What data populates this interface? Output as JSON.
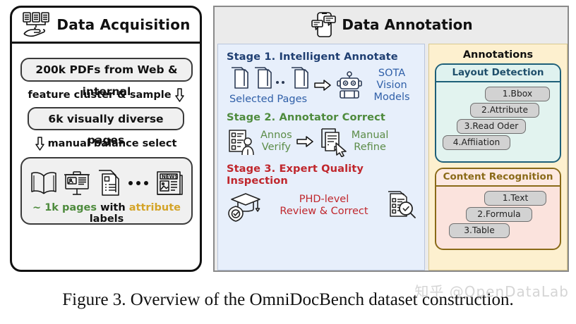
{
  "figure": {
    "caption": "Figure 3. Overview of the OmniDocBench dataset construction.",
    "watermark": "知乎 @OpenDataLab"
  },
  "acquisition": {
    "title": "Data Acquisition",
    "title_icon": "documents-hand-icon",
    "source_box": "200k PDFs from Web & internal",
    "flow_1": "feature cluster & sample",
    "flow_1_arrow": "down-arrow-icon",
    "middle_box": "6k visually diverse pages",
    "flow_2": "manual balance select",
    "flow_2_arrow": "down-arrow-icon",
    "page_types": [
      "book-icon",
      "presentation-icon",
      "document-icon",
      "ellipsis-icon",
      "newspaper-icon"
    ],
    "result_prefix": "~ 1k pages",
    "result_mid": "with",
    "result_highlight": "attribute",
    "result_suffix": "labels",
    "colors": {
      "green": "#4e8b3d",
      "gold": "#d4a429"
    }
  },
  "annotation": {
    "title": "Data Annotation",
    "title_icon": "phone-chat-icon",
    "stages": [
      {
        "title": "Stage 1. Intelligent Annotate",
        "color": "#1f3f72",
        "left_icon": "page-stack-icon",
        "left_label": "Selected Pages",
        "arrow": "right-arrow-icon",
        "right_icon": "robot-icon",
        "right_label_line1": "SOTA Vision",
        "right_label_line2": "Models",
        "label_color": "#2f5fa8"
      },
      {
        "title": "Stage 2. Annotator Correct",
        "color": "#4e8b3d",
        "left_icon": "checklist-person-icon",
        "left_label_line1": "Annos",
        "left_label_line2": "Verify",
        "arrow": "right-arrow-icon",
        "right_icon": "document-cursor-icon",
        "right_label_line1": "Manual",
        "right_label_line2": "Refine",
        "label_color": "#5b8c47"
      },
      {
        "title": "Stage 3. Expert Quality Inspection",
        "color": "#c0272d",
        "left_icon": "graduation-shield-icon",
        "center_label_line1": "PHD-level",
        "center_label_line2": "Review & Correct",
        "right_icon": "checklist-magnifier-icon",
        "label_color": "#c0272d"
      }
    ],
    "annotations_panel": {
      "title": "Annotations",
      "cards": [
        {
          "name": "Layout Detection",
          "border_color": "#1e5f78",
          "items": [
            "1.Bbox",
            "2.Attribute",
            "3.Read Oder",
            "4.Affiiation"
          ]
        },
        {
          "name": "Content Recognition",
          "border_color": "#8a6a18",
          "items": [
            "1.Text",
            "2.Formula",
            "3.Table"
          ]
        }
      ]
    }
  }
}
